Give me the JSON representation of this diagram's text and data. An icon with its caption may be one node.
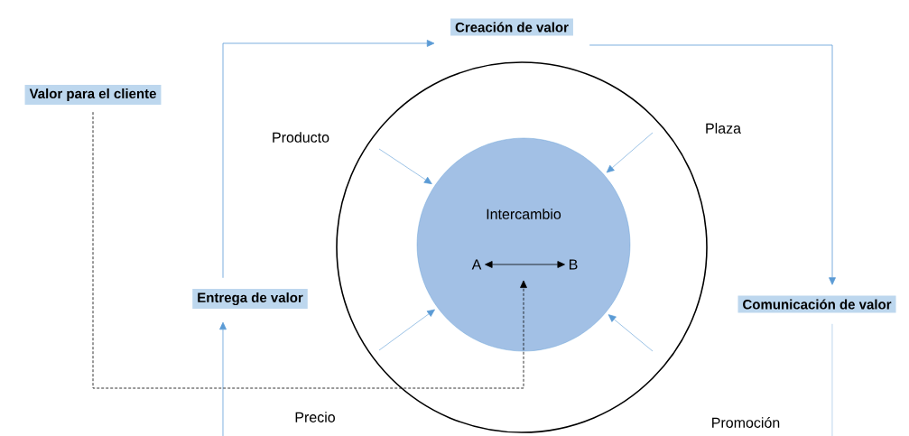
{
  "diagram": {
    "nodes": [
      {
        "text": [
          "Creación de valor"
        ]
      },
      {
        "text": [
          "Valor para el cliente"
        ]
      },
      {
        "text": [
          "Entrega de valor"
        ]
      },
      {
        "text": [
          "Comunicación de valor"
        ]
      },
      {
        "text": [],
        "shape": "circle"
      },
      {
        "text": [
          "Intercambio"
        ],
        "in": 4
      },
      {
        "text": [
          "A"
        ],
        "in": 5
      },
      {
        "text": [
          "B"
        ],
        "in": 5
      }
    ],
    "edges": [
      {
        "from": 2,
        "to": 0,
        "arrow": "to"
      },
      {
        "from": 0,
        "to": 3,
        "arrow": "to"
      },
      {
        "from": 3,
        "to": null,
        "arrow": "none"
      },
      {
        "from": null,
        "to": 2,
        "arrow": "to"
      },
      {
        "from": 1,
        "to": null,
        "arrow": "to",
        "style": "dashed",
        "color": "#000000"
      },
      {
        "from": 6,
        "to": 7,
        "arrow": "both",
        "color": "#000000"
      },
      {
        "from": null,
        "to": 5,
        "arrow": "to"
      },
      {
        "from": null,
        "to": 5,
        "arrow": "to"
      },
      {
        "from": null,
        "to": 5,
        "arrow": "to"
      },
      {
        "from": null,
        "to": 5,
        "arrow": "to"
      }
    ],
    "labels": [
      "Producto",
      "Plaza",
      "Precio",
      "Promoción"
    ]
  }
}
